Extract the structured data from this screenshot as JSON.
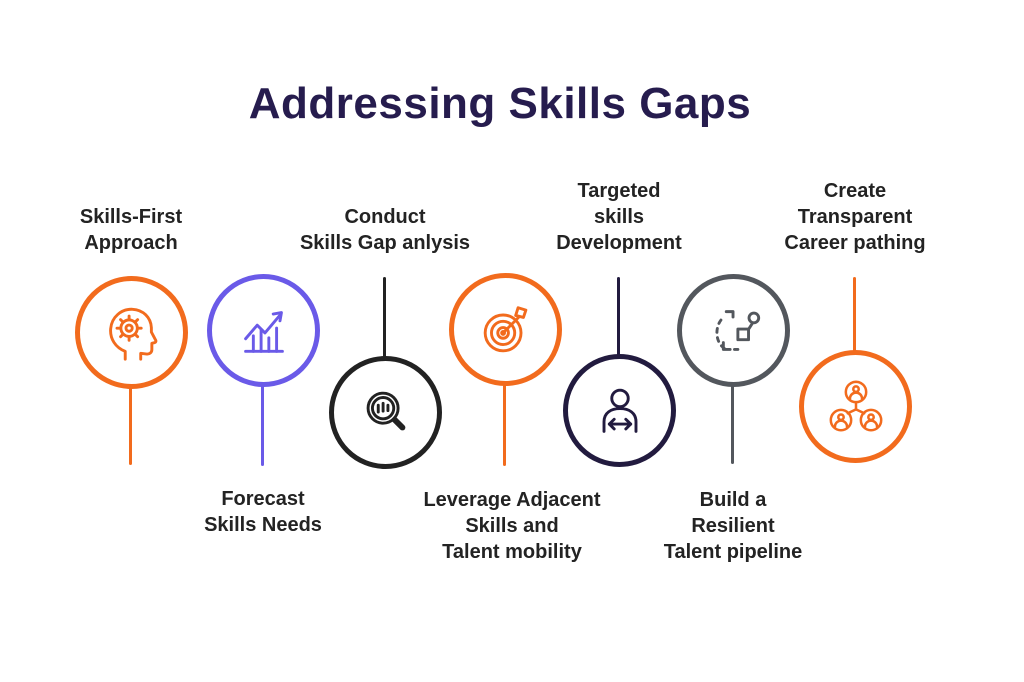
{
  "title": "Addressing Skills Gaps",
  "colors": {
    "background": "#ffffff",
    "title": "#261C4E",
    "label": "#232323",
    "orange": "#F26B1D",
    "purple": "#6A5AE8",
    "black": "#222222",
    "navy": "#221B3F",
    "gray": "#53575D"
  },
  "items": [
    {
      "id": 1,
      "label": "Skills-First\nApproach",
      "label_position": "above",
      "icon": "head-gear-icon",
      "color": "#F26B1D"
    },
    {
      "id": 2,
      "label": "Forecast\nSkills Needs",
      "label_position": "below",
      "icon": "growth-chart-icon",
      "color": "#6A5AE8"
    },
    {
      "id": 3,
      "label": "Conduct\nSkills Gap anlysis",
      "label_position": "above",
      "icon": "magnifier-bars-icon",
      "color": "#222222"
    },
    {
      "id": 4,
      "label": "Leverage Adjacent\nSkills and\nTalent mobility",
      "label_position": "below",
      "icon": "target-dart-icon",
      "color": "#F26B1D"
    },
    {
      "id": 5,
      "label": "Targeted\nskills\nDevelopment",
      "label_position": "above",
      "icon": "person-arrows-icon",
      "color": "#221B3F"
    },
    {
      "id": 6,
      "label": "Build a\nResilient\nTalent pipeline",
      "label_position": "below",
      "icon": "route-plan-icon",
      "color": "#53575D"
    },
    {
      "id": 7,
      "label": "Create\nTransparent\nCareer pathing",
      "label_position": "above",
      "icon": "people-network-icon",
      "color": "#F26B1D"
    }
  ]
}
